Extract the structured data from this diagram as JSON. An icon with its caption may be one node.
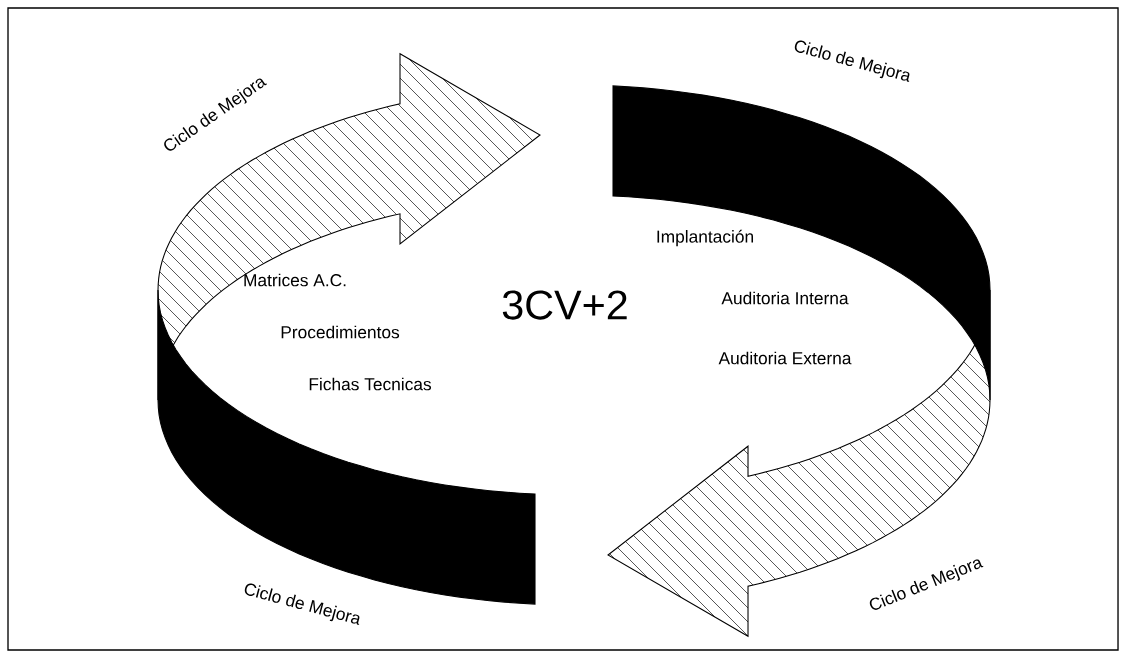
{
  "diagram": {
    "labels": [
      "Ciclo de Mejora",
      "Ciclo de Mejora",
      "Implantación",
      "Matrices A.C.",
      "3CV+2",
      "Auditoria Interna",
      "Procedimientos",
      "Auditoria Externa",
      "Fichas Tecnicas",
      "Ciclo de Mejora",
      "Ciclo de Mejora"
    ]
  }
}
